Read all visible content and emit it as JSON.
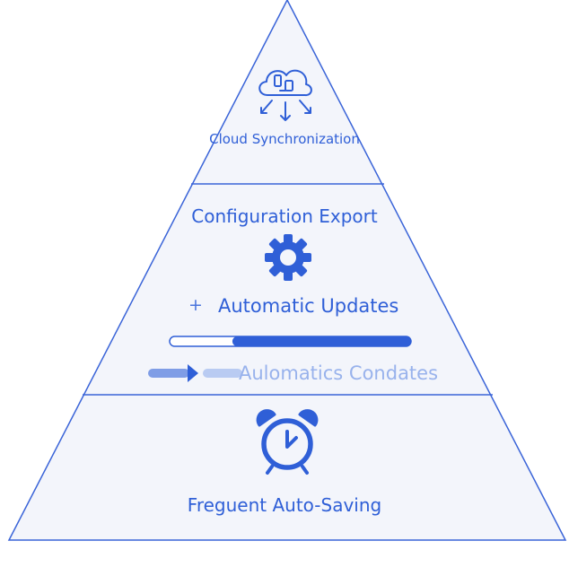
{
  "colors": {
    "accent": "#2f5fd7",
    "line": "#3a64d8",
    "fill": "#f3f5fb",
    "ghost": "#98b2ec"
  },
  "tiers": {
    "top": {
      "label": "Cloud Synchronization",
      "icon": "cloud-sync-icon"
    },
    "middle": {
      "title": "Configuration Export",
      "icon": "gear-icon",
      "item_prefix": "+",
      "item_label": "Automatic Updates",
      "progress": 0.26,
      "ghost_label": "Aulomatics Condates"
    },
    "bottom": {
      "label": "Freguent Auto-Saving",
      "icon": "alarm-clock-icon"
    }
  }
}
